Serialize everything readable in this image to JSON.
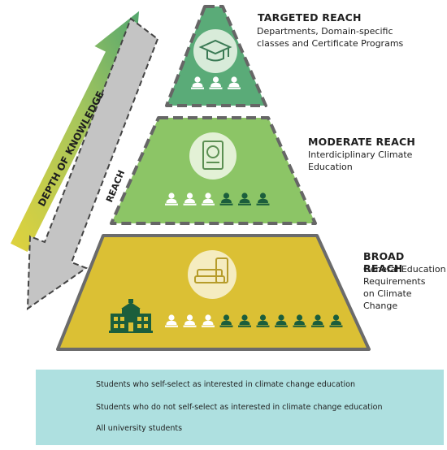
{
  "arrows": {
    "depth_label": "DEPTH OF KNOWLEDGE",
    "reach_label": "REACH"
  },
  "tiers": [
    {
      "title": "TARGETED REACH",
      "description": "Departments, Domain-specific\nclasses and Certificate Programs",
      "icon": "graduation-cap-icon",
      "fill": "#5aab78",
      "self_select_students": 3,
      "non_self_select_students": 0
    },
    {
      "title": "MODERATE REACH",
      "description": "Interdiciplinary Climate\nEducation",
      "icon": "globe-book-icon",
      "fill": "#8cc566",
      "self_select_students": 3,
      "non_self_select_students": 3
    },
    {
      "title": "BROAD REACH",
      "description": "General Education\nRequirements\non Climate Change",
      "icon": "book-stack-icon",
      "fill": "#dbc034",
      "self_select_students": 3,
      "non_self_select_students": 7,
      "has_university_icon": true
    }
  ],
  "legend": {
    "items": [
      {
        "icon": "students-self-select-icon",
        "label": "Students who self-select as interested in climate change education"
      },
      {
        "icon": "students-not-self-select-icon",
        "label": "Students who do not self-select as interested in climate change education"
      },
      {
        "icon": "university-icon",
        "label": "All university students"
      }
    ]
  },
  "colors": {
    "student_light": "#ffffff",
    "student_dark": "#1b5e3c",
    "outline": "#666666",
    "legend_bg": "#aee0e0"
  }
}
